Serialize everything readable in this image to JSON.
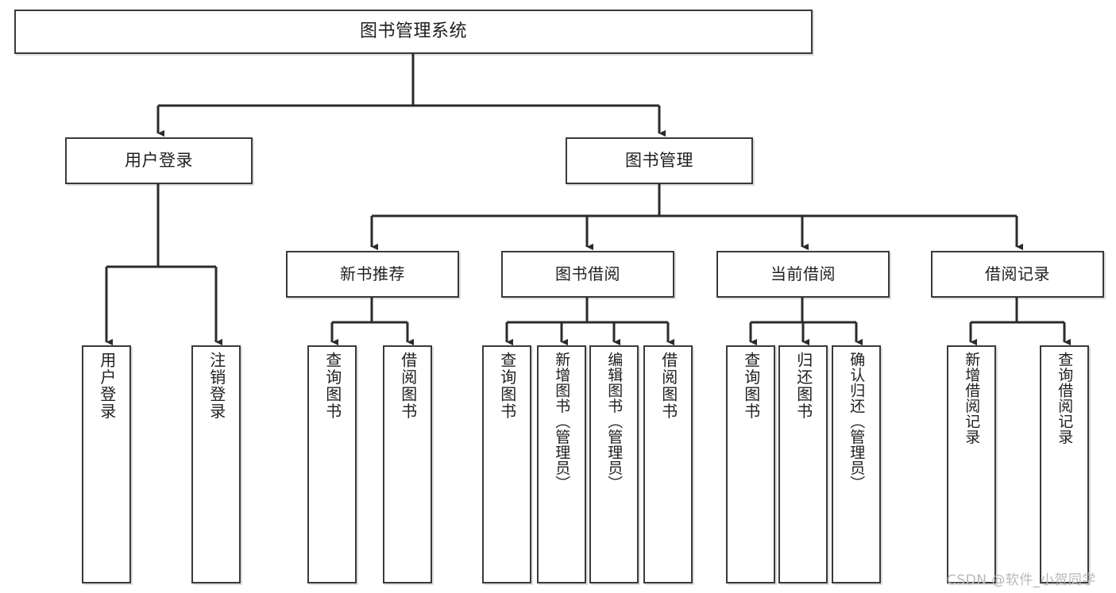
{
  "diagram": {
    "type": "tree-hierarchy-chart",
    "title": "图书管理系统",
    "orientation": "top-down",
    "colors": {
      "background": "#ffffff",
      "box_border": "#3a3a3a",
      "box_fill": "#ffffff",
      "connector": "#2b2b2b",
      "text": "#1f1f1f",
      "watermark": "#b8b8b8"
    },
    "root": {
      "id": "root",
      "label": "图书管理系统"
    },
    "level2": [
      {
        "id": "user-login",
        "label": "用户登录"
      },
      {
        "id": "book-manage",
        "label": "图书管理"
      }
    ],
    "level3": [
      {
        "id": "new-book-recommend",
        "label": "新书推荐",
        "parent": "book-manage"
      },
      {
        "id": "book-borrow",
        "label": "图书借阅",
        "parent": "book-manage"
      },
      {
        "id": "current-borrow",
        "label": "当前借阅",
        "parent": "book-manage"
      },
      {
        "id": "borrow-record",
        "label": "借阅记录",
        "parent": "book-manage"
      }
    ],
    "leaves": [
      {
        "id": "leaf-user-login",
        "label": "用户登录",
        "parent": "user-login"
      },
      {
        "id": "leaf-logout-login",
        "label": "注销登录",
        "parent": "user-login"
      },
      {
        "id": "leaf-query-book-1",
        "label": "查询图书",
        "parent": "new-book-recommend"
      },
      {
        "id": "leaf-borrow-book-1",
        "label": "借阅图书",
        "parent": "new-book-recommend"
      },
      {
        "id": "leaf-query-book-2",
        "label": "查询图书",
        "parent": "book-borrow"
      },
      {
        "id": "leaf-add-book",
        "label": "新增图书（管理员）",
        "parent": "book-borrow"
      },
      {
        "id": "leaf-edit-book",
        "label": "编辑图书（管理员）",
        "parent": "book-borrow"
      },
      {
        "id": "leaf-borrow-book-2",
        "label": "借阅图书",
        "parent": "book-borrow"
      },
      {
        "id": "leaf-query-book-3",
        "label": "查询图书",
        "parent": "current-borrow"
      },
      {
        "id": "leaf-return-book",
        "label": "归还图书",
        "parent": "current-borrow"
      },
      {
        "id": "leaf-confirm-return",
        "label": "确认归还（管理员）",
        "parent": "current-borrow"
      },
      {
        "id": "leaf-add-record",
        "label": "新增借阅记录",
        "parent": "borrow-record"
      },
      {
        "id": "leaf-query-record",
        "label": "查询借阅记录",
        "parent": "borrow-record"
      }
    ],
    "watermark": "CSDN @软件_小贺同学"
  }
}
